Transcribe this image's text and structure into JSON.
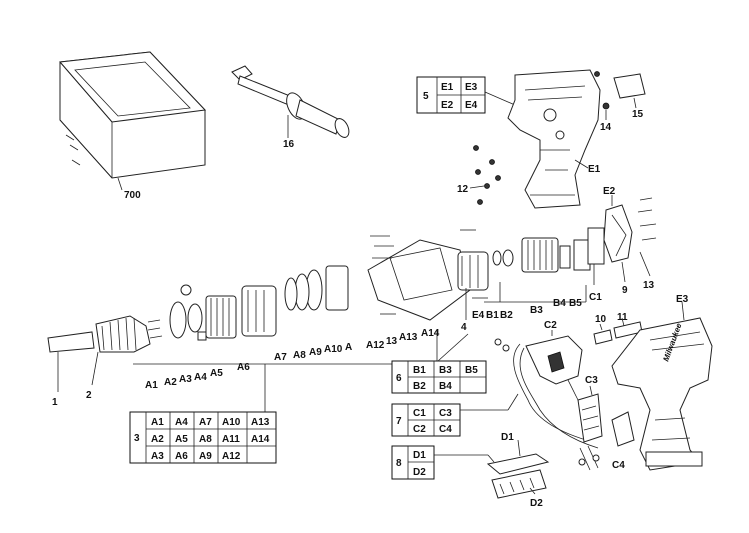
{
  "labels": {
    "n700": "700",
    "n16": "16",
    "n14": "14",
    "n15": "15",
    "n12": "12",
    "n13": "13",
    "n9": "9",
    "n1": "1",
    "n2": "2",
    "n4": "4",
    "n10": "10",
    "n11": "11",
    "E1": "E1",
    "E2": "E2",
    "E3": "E3",
    "E4": "E4",
    "A1": "A1",
    "A2": "A2",
    "A3": "A3",
    "A4": "A4",
    "A5": "A5",
    "A6": "A6",
    "A7": "A7",
    "A8": "A8",
    "A9": "A9",
    "A10": "A10",
    "A": "A",
    "A12": "A12",
    "A13": "A13",
    "A14": "A14",
    "n13b": "13",
    "B1": "B1",
    "B2": "B2",
    "B3": "B3",
    "B4": "B4",
    "B5": "B5",
    "C1": "C1",
    "C2": "C2",
    "C3": "C3",
    "C4": "C4",
    "D1": "D1",
    "D2": "D2"
  },
  "tables": {
    "t5": {
      "num": "5",
      "r1": [
        "E1",
        "E3"
      ],
      "r2": [
        "E2",
        "E4"
      ]
    },
    "t3": {
      "num": "3",
      "r1": [
        "A1",
        "A4",
        "A7",
        "A10",
        "A13"
      ],
      "r2": [
        "A2",
        "A5",
        "A8",
        "A11",
        "A14"
      ],
      "r3": [
        "A3",
        "A6",
        "A9",
        "A12",
        ""
      ]
    },
    "t6": {
      "num": "6",
      "r1": [
        "B1",
        "B3",
        "B5"
      ],
      "r2": [
        "B2",
        "B4",
        ""
      ]
    },
    "t7": {
      "num": "7",
      "r1": [
        "C1",
        "C3"
      ],
      "r2": [
        "C2",
        "C4"
      ]
    },
    "t8": {
      "num": "8",
      "r1": [
        "D1"
      ],
      "r2": [
        "D2"
      ]
    }
  },
  "drill_brand": "Milwaukee"
}
